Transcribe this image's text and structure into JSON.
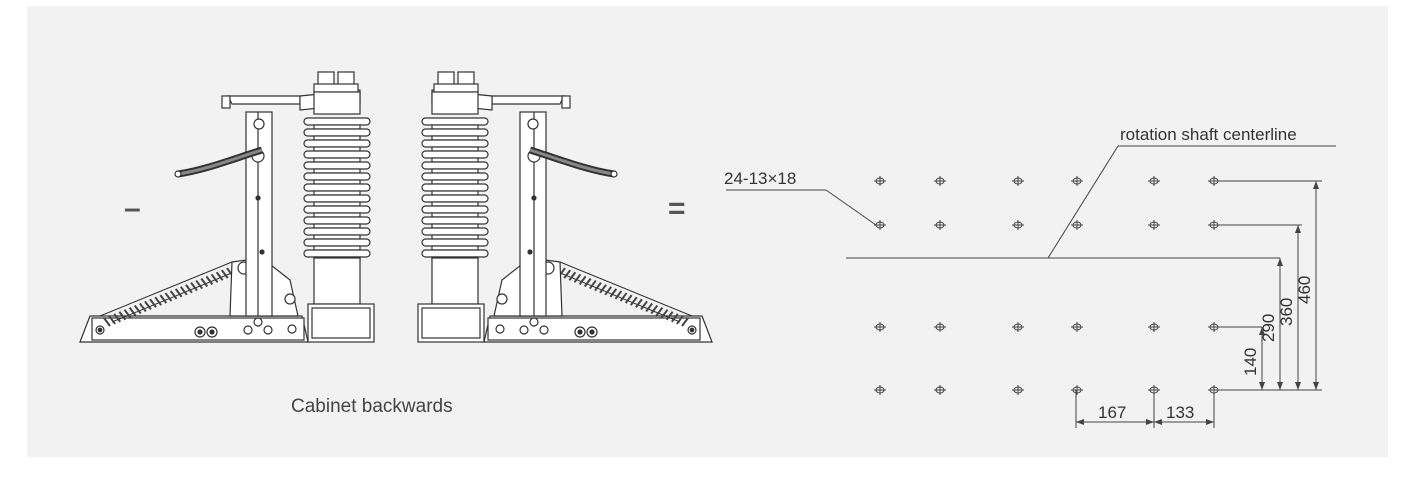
{
  "left_figure": {
    "minus_sign": "–",
    "equals_sign": "=",
    "caption": "Cabinet backwards"
  },
  "hole_diagram": {
    "hole_spec_label": "24-13×18",
    "centerline_label": "rotation shaft centerline",
    "vertical_dims": [
      "140",
      "290",
      "360",
      "460"
    ],
    "horizontal_dims": [
      "167",
      "133"
    ]
  }
}
